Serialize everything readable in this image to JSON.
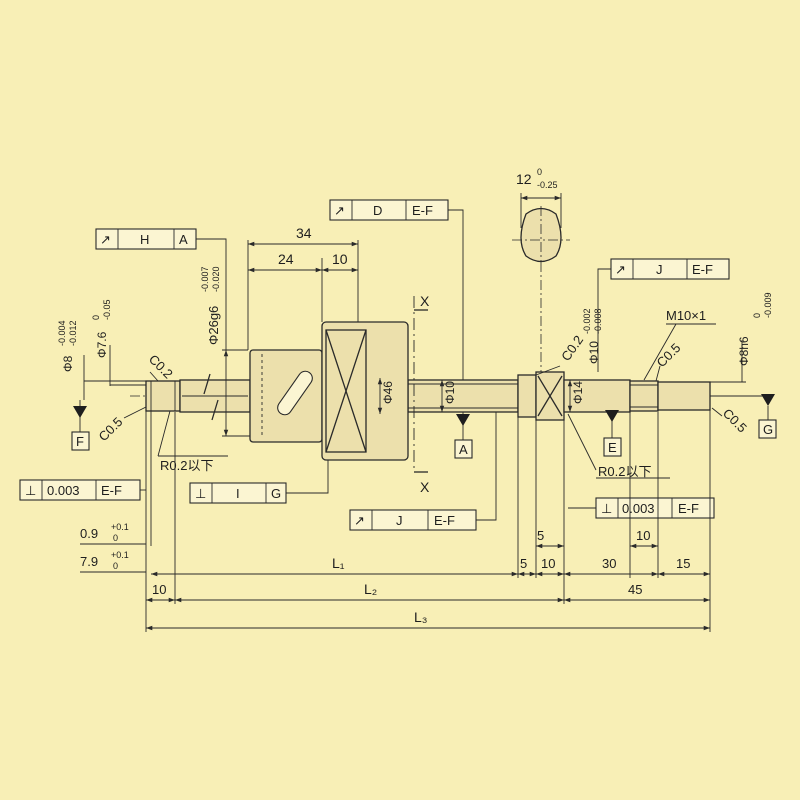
{
  "section_top": {
    "value": "12",
    "upper": "0",
    "lower": "-0.25"
  },
  "fcf_runout_d": {
    "symbol": "↗",
    "datum1": "D",
    "datum2": "E-F"
  },
  "fcf_runout_h": {
    "symbol": "↗",
    "datum1": "H",
    "datum2": "A"
  },
  "fcf_runout_j_right": {
    "symbol": "↗",
    "datum1": "J",
    "datum2": "E-F"
  },
  "fcf_runout_j_lower": {
    "symbol": "↗",
    "datum1": "J",
    "datum2": "E-F"
  },
  "fcf_perp_left": {
    "symbol": "⊥",
    "value": "0.003",
    "datum": "E-F"
  },
  "fcf_perp_right": {
    "symbol": "⊥",
    "value": "0.003",
    "datum": "E-F"
  },
  "fcf_perp_i": {
    "symbol": "⊥",
    "value": "I",
    "datum": "G"
  },
  "dims": {
    "nut_len": "34",
    "flange_len": "24",
    "flange_w": "10",
    "d26": "Φ26g6",
    "d26_upper": "-0.007",
    "d26_lower": "-0.020",
    "d8": "Φ8",
    "d8_upper": "-0.004",
    "d8_lower": "-0.012",
    "d76": "Φ7.6",
    "d76_upper": "0",
    "d76_lower": "-0.05",
    "d46": "Φ46",
    "d10": "Φ10",
    "d10_right": "Φ10",
    "d10_right_upper": "-0.002",
    "d10_right_lower": "-0.008",
    "d14": "Φ14",
    "d8h6": "Φ8h6",
    "d8h6_upper": "0",
    "d8h6_lower": "-0.009",
    "thread": "M10×1"
  },
  "chamfers": {
    "left_top": "C0.2",
    "left_bottom": "C0.5",
    "right_top": "C0.2",
    "right_c05": "C0.5",
    "right_end": "C0.5"
  },
  "radius_left": "R0.2以下",
  "radius_right": "R0.2以下",
  "section_x_top": "X",
  "section_x_bottom": "X",
  "datums": {
    "F": "F",
    "A": "A",
    "E": "E",
    "G": "G"
  },
  "groove": {
    "d1": "0.9",
    "d1_upper": "+0.1",
    "d1_lower": "0",
    "d2": "7.9",
    "d2_upper": "+0.1",
    "d2_lower": "0"
  },
  "bottom": {
    "L1": "L₁",
    "L2": "L₂",
    "L3": "L₃",
    "left10": "10",
    "d5a": "5",
    "d5b": "5",
    "d10a": "10",
    "d30": "30",
    "d15": "15",
    "d45": "45",
    "d10b": "10"
  }
}
